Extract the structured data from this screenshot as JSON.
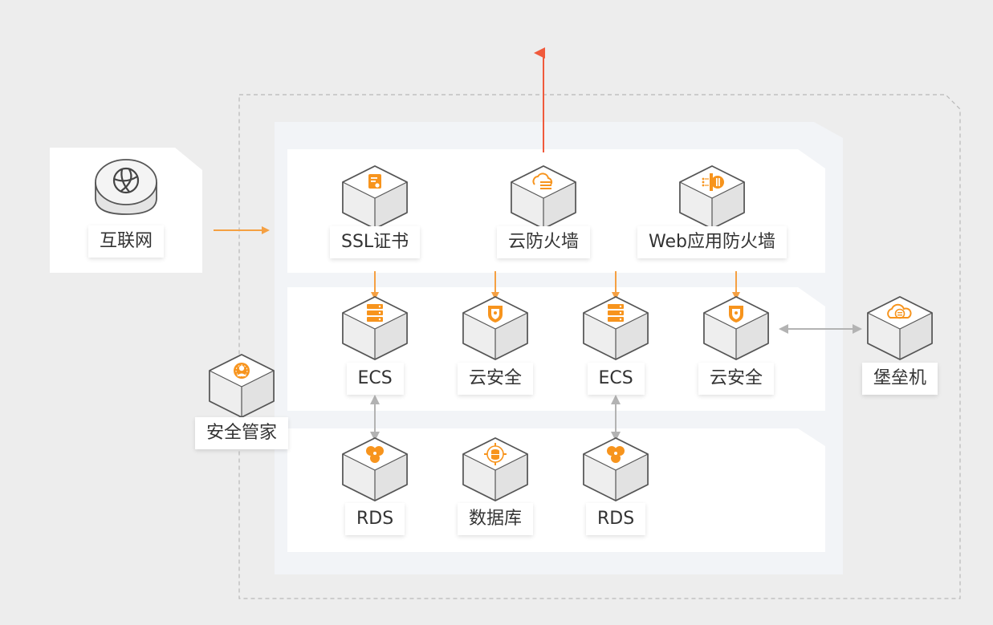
{
  "colors": {
    "background": "#ededed",
    "outer_panel": "#f2f4f7",
    "panel": "#ffffff",
    "accent_orange": "#f5a042",
    "icon_orange": "#f7941d",
    "egress_red": "#f05a3c",
    "link_gray": "#b3b3b3",
    "label_text": "#333333"
  },
  "internet": {
    "label": "互联网",
    "icon": "globe-icon"
  },
  "security_manager": {
    "label": "安全管家",
    "icon": "shield-person-icon"
  },
  "bastion": {
    "label": "堡垒机",
    "icon": "cloud-swap-icon"
  },
  "edge_services": [
    {
      "label": "SSL证书",
      "icon": "certificate-icon"
    },
    {
      "label": "云防火墙",
      "icon": "cloud-firewall-icon"
    },
    {
      "label": "Web应用防火墙",
      "icon": "waf-icon"
    }
  ],
  "compute_tier": [
    {
      "label": "ECS",
      "icon": "server-icon"
    },
    {
      "label": "云安全",
      "icon": "shield-icon"
    },
    {
      "label": "ECS",
      "icon": "server-icon"
    },
    {
      "label": "云安全",
      "icon": "shield-icon"
    }
  ],
  "data_tier": [
    {
      "label": "RDS",
      "icon": "rds-icon"
    },
    {
      "label": "数据库",
      "icon": "database-icon"
    },
    {
      "label": "RDS",
      "icon": "rds-icon"
    }
  ]
}
